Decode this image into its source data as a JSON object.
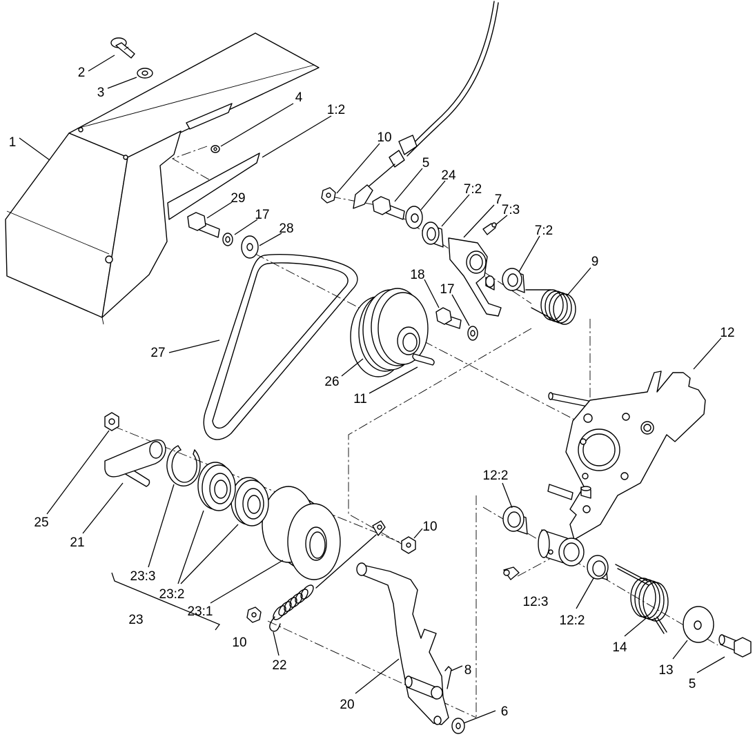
{
  "callouts": [
    "2",
    "3",
    "1",
    "4",
    "1:2",
    "10",
    "5",
    "24",
    "7:2",
    "7",
    "7:3",
    "29",
    "17",
    "28",
    "7:2",
    "9",
    "18",
    "17",
    "12",
    "27",
    "26",
    "11",
    "12:2",
    "25",
    "10",
    "21",
    "23:3",
    "23:2",
    "12:3",
    "23:1",
    "12:2",
    "23",
    "10",
    "14",
    "22",
    "13",
    "8",
    "5",
    "20",
    "6"
  ]
}
